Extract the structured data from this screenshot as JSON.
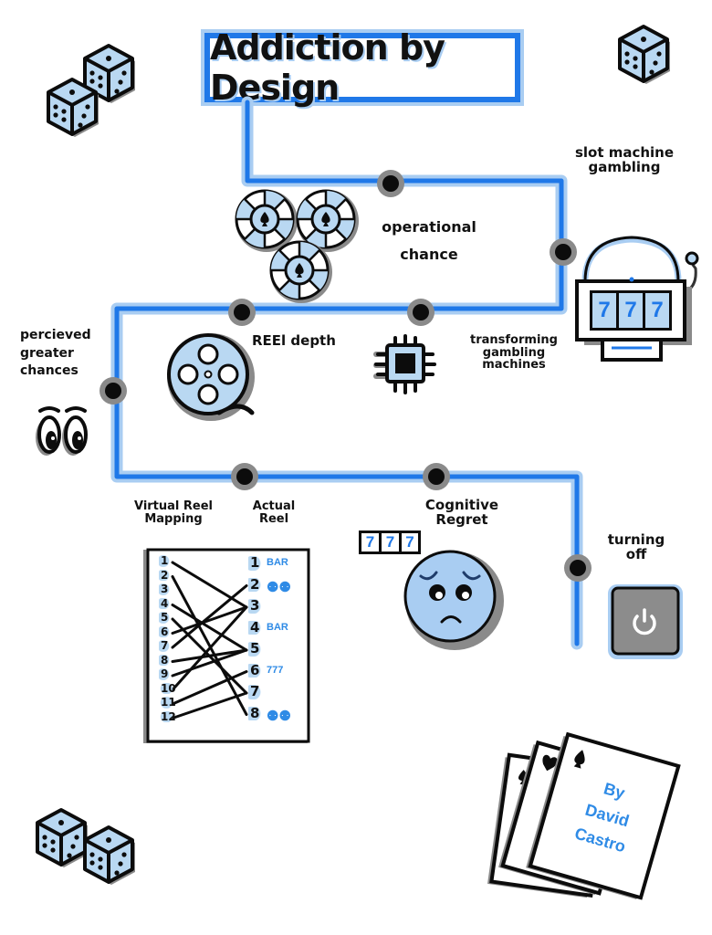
{
  "title": "Addiction by Design",
  "colors": {
    "line": "#1f78e8",
    "line_glow": "#a9cdf2",
    "fill_light": "#b9d8f2",
    "node": "#0c0c0c",
    "node_halo": "#8a8a8a",
    "power_button": "#8c8c8c"
  },
  "nodes": [
    {
      "id": "slot-machine-gambling",
      "label": "slot machine gambling",
      "icon": "slot-machine-icon"
    },
    {
      "id": "operational-chance",
      "label": "operational chance",
      "icon": "poker-chips-icon"
    },
    {
      "id": "reel-depth",
      "label": "REEl depth",
      "icon": "film-reel-icon"
    },
    {
      "id": "transforming-gambling-machines",
      "label": "transforming gambling machines",
      "icon": "microchip-icon"
    },
    {
      "id": "percieved-greater-chances",
      "label": "percieved greater chances",
      "icon": "eyes-icon"
    },
    {
      "id": "virtual-reel-mapping",
      "label": "Virtual Reel Mapping",
      "icon": "reel-mapping-diagram"
    },
    {
      "id": "cognitive-regret",
      "label": "Cognitive Regret",
      "icon": "sad-face-icon"
    },
    {
      "id": "turning-off",
      "label": "turning off",
      "icon": "power-button-icon"
    }
  ],
  "slot_machine": {
    "reels": [
      "7",
      "7",
      "7"
    ]
  },
  "regret_reels": [
    "7",
    "7",
    "7"
  ],
  "mapping": {
    "left_header": "Virtual Reel Mapping",
    "right_header": "Actual Reel",
    "virtual_stops": [
      "1",
      "2",
      "3",
      "4",
      "5",
      "6",
      "7",
      "8",
      "9",
      "10",
      "11",
      "12"
    ],
    "actual_stops": [
      "1",
      "2",
      "3",
      "4",
      "5",
      "6",
      "7",
      "8"
    ],
    "actual_symbols": [
      "BAR",
      "cherries",
      "",
      "BAR",
      "",
      "777",
      "",
      "cherries"
    ],
    "links": [
      [
        1,
        3
      ],
      [
        2,
        8
      ],
      [
        4,
        5
      ],
      [
        5,
        7
      ],
      [
        6,
        3
      ],
      [
        7,
        2
      ],
      [
        8,
        5
      ],
      [
        9,
        5
      ],
      [
        10,
        3
      ],
      [
        11,
        6
      ],
      [
        12,
        7
      ]
    ]
  },
  "credits": {
    "line1": "By",
    "line2": "David",
    "line3": "Castro"
  },
  "decorations": [
    "dice-pair-top-left",
    "die-top-right",
    "dice-pair-bottom-left",
    "playing-cards"
  ]
}
